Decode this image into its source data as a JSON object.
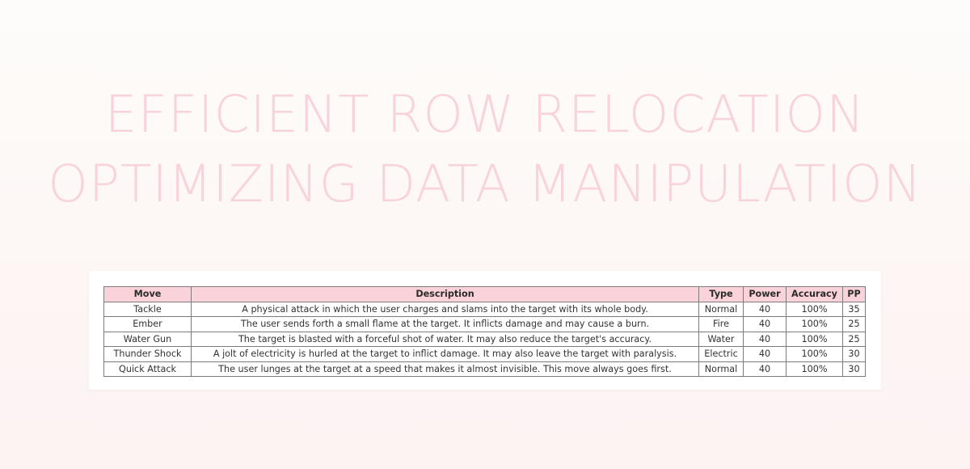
{
  "title": {
    "line1": "EFFICIENT ROW RELOCATION",
    "line2": "OPTIMIZING DATA MANIPULATION"
  },
  "colors": {
    "page_background_top": "#fdfcfa",
    "page_background_bottom": "#fcf3f3",
    "title_text": "#f8d4da",
    "table_header_fill": "#f9d3d9",
    "table_border": "#7b7b7b",
    "card_background": "#ffffff",
    "cell_text": "#333333"
  },
  "table": {
    "columns": [
      {
        "key": "move",
        "label": "Move"
      },
      {
        "key": "desc",
        "label": "Description"
      },
      {
        "key": "type",
        "label": "Type"
      },
      {
        "key": "power",
        "label": "Power"
      },
      {
        "key": "accuracy",
        "label": "Accuracy"
      },
      {
        "key": "pp",
        "label": "PP"
      }
    ],
    "rows": [
      {
        "move": "Tackle",
        "desc": "A physical attack in which the user charges and slams into the target with its whole body.",
        "type": "Normal",
        "power": "40",
        "accuracy": "100%",
        "pp": "35"
      },
      {
        "move": "Ember",
        "desc": "The user sends forth a small flame at the target. It inflicts damage and may cause a burn.",
        "type": "Fire",
        "power": "40",
        "accuracy": "100%",
        "pp": "25"
      },
      {
        "move": "Water Gun",
        "desc": "The target is blasted with a forceful shot of water. It may also reduce the target's accuracy.",
        "type": "Water",
        "power": "40",
        "accuracy": "100%",
        "pp": "25"
      },
      {
        "move": "Thunder Shock",
        "desc": "A jolt of electricity is hurled at the target to inflict damage. It may also leave the target with paralysis.",
        "type": "Electric",
        "power": "40",
        "accuracy": "100%",
        "pp": "30"
      },
      {
        "move": "Quick Attack",
        "desc": "The user lunges at the target at a speed that makes it almost invisible. This move always goes first.",
        "type": "Normal",
        "power": "40",
        "accuracy": "100%",
        "pp": "30"
      }
    ]
  }
}
